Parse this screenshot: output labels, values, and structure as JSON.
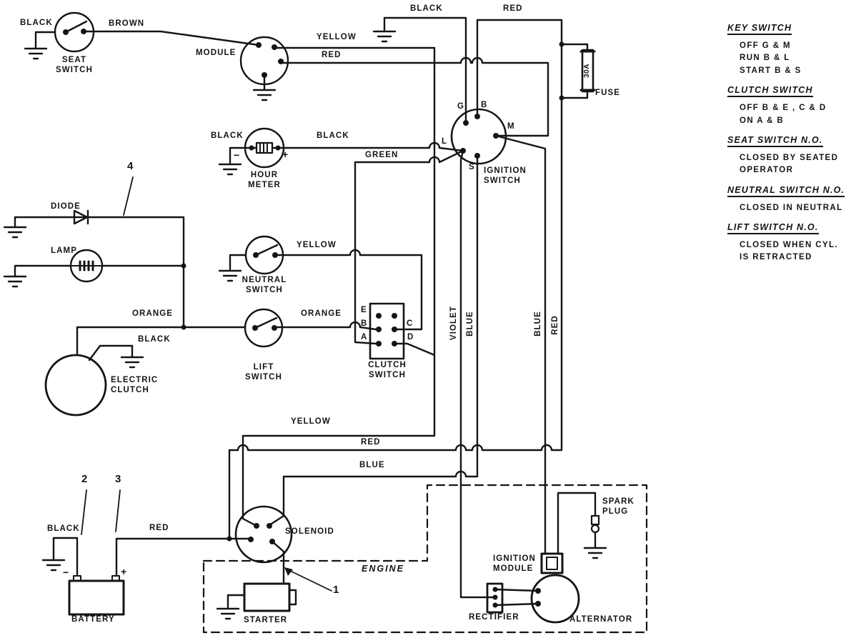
{
  "colors": {
    "ink": "#141414",
    "paper": "#ffffff"
  },
  "labels": {
    "black_seat": "BLACK",
    "seat_switch": "SEAT\nSWITCH",
    "brown": "BROWN",
    "module": "MODULE",
    "yellow_module": "YELLOW",
    "red_module": "RED",
    "black_top": "BLACK",
    "red_top": "RED",
    "fuse": "FUSE",
    "fuse_rating": "30A",
    "black_hm_left": "BLACK",
    "black_hm_right": "BLACK",
    "hm_minus": "−",
    "hm_plus": "+",
    "hour_meter": "HOUR\nMETER",
    "green": "GREEN",
    "pin_g": "G",
    "pin_b": "B",
    "pin_m": "M",
    "pin_l": "L",
    "pin_s": "S",
    "ignition_switch": "IGNITION\nSWITCH",
    "callout_4": "4",
    "diode": "DIODE",
    "lamp": "LAMP",
    "yellow_neutral": "YELLOW",
    "neutral_switch": "NEUTRAL\nSWITCH",
    "orange_lift": "ORANGE",
    "lift_switch": "LIFT\nSWITCH",
    "orange_clutch": "ORANGE",
    "black_clutch": "BLACK",
    "electric_clutch": "ELECTRIC\nCLUTCH",
    "clutch_e": "E",
    "clutch_b": "B",
    "clutch_a": "A",
    "clutch_c": "C",
    "clutch_d": "D",
    "clutch_switch": "CLUTCH\nSWITCH",
    "violet_v": "VIOLET",
    "blue_s": "BLUE",
    "blue_m": "BLUE",
    "red_v": "RED",
    "yellow_bottom": "YELLOW",
    "red_bottom": "RED",
    "blue_bottom": "BLUE",
    "callout_2": "2",
    "callout_3": "3",
    "black_battery": "BLACK",
    "red_battery": "RED",
    "solenoid": "SOLENOID",
    "engine": "ENGINE",
    "callout_1": "1",
    "battery_minus": "−",
    "battery_plus": "+",
    "battery": "BATTERY",
    "starter": "STARTER",
    "ignition_module": "IGNITION\nMODULE",
    "rectifier": "RECTIFIER",
    "alternator": "ALTERNATOR",
    "spark_plug": "SPARK\nPLUG"
  },
  "legend": {
    "sections": [
      {
        "title": "KEY SWITCH",
        "lines": [
          "OFF  G & M",
          "RUN  B & L",
          "START  B & S"
        ]
      },
      {
        "title": "CLUTCH SWITCH",
        "lines": [
          "OFF  B & E ,  C & D",
          "ON  A & B"
        ]
      },
      {
        "title": "SEAT SWITCH  N.O.",
        "lines": [
          "CLOSED BY SEATED",
          "OPERATOR"
        ]
      },
      {
        "title": "NEUTRAL SWITCH  N.O.",
        "lines": [
          "CLOSED IN NEUTRAL"
        ]
      },
      {
        "title": "LIFT SWITCH N.O.",
        "lines": [
          "CLOSED WHEN CYL.",
          "IS RETRACTED"
        ]
      }
    ]
  }
}
